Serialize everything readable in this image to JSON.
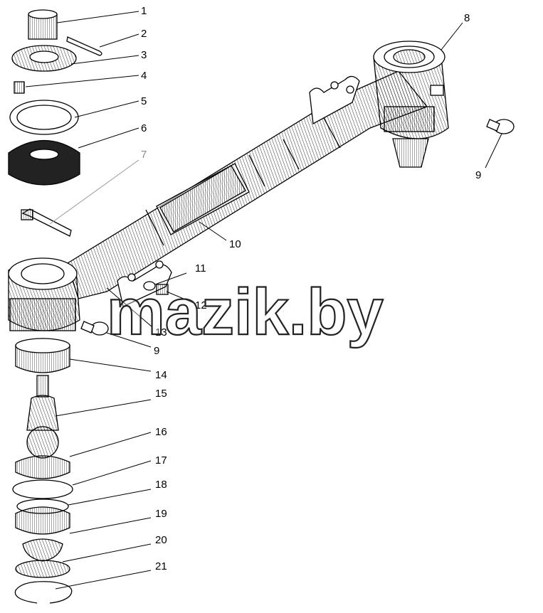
{
  "watermark": "mazik.by",
  "colors": {
    "ink": "#000000",
    "paper": "#ffffff",
    "gray_label": "#8a8a8a"
  },
  "callouts": [
    {
      "id": "c1",
      "label": "1"
    },
    {
      "id": "c2",
      "label": "2"
    },
    {
      "id": "c3",
      "label": "3"
    },
    {
      "id": "c4",
      "label": "4"
    },
    {
      "id": "c5",
      "label": "5"
    },
    {
      "id": "c6",
      "label": "6"
    },
    {
      "id": "c7",
      "label": "7"
    },
    {
      "id": "c8",
      "label": "8"
    },
    {
      "id": "c9a",
      "label": "9"
    },
    {
      "id": "c9b",
      "label": "9"
    },
    {
      "id": "c10",
      "label": "10"
    },
    {
      "id": "c11",
      "label": "11"
    },
    {
      "id": "c12",
      "label": "12"
    },
    {
      "id": "c13",
      "label": "13"
    },
    {
      "id": "c14",
      "label": "14"
    },
    {
      "id": "c15",
      "label": "15"
    },
    {
      "id": "c16",
      "label": "16"
    },
    {
      "id": "c17",
      "label": "17"
    },
    {
      "id": "c18",
      "label": "18"
    },
    {
      "id": "c19",
      "label": "19"
    },
    {
      "id": "c20",
      "label": "20"
    },
    {
      "id": "c21",
      "label": "21"
    }
  ]
}
